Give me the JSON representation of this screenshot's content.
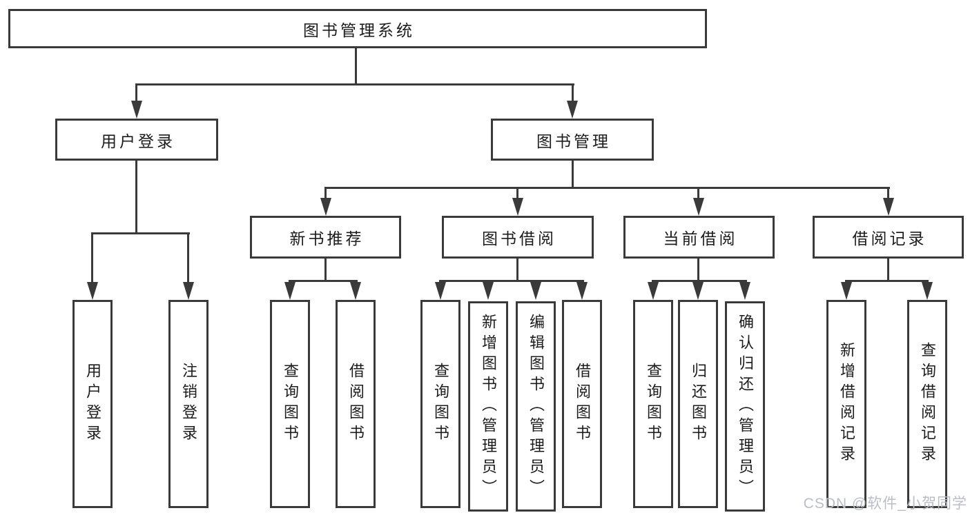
{
  "nodes": {
    "root": "图书管理系统",
    "user_login": "用户登录",
    "book_mgmt": "图书管理",
    "new_book_rec": "新书推荐",
    "book_borrow": "图书借阅",
    "current_borrow": "当前借阅",
    "borrow_records": "借阅记录",
    "leaf_user_login": "用户登录",
    "leaf_logout": "注销登录",
    "leaf_nbr_query": "查询图书",
    "leaf_nbr_borrow": "借阅图书",
    "leaf_bb_query": "查询图书",
    "leaf_bb_add": "新增图书（管理员）",
    "leaf_bb_edit": "编辑图书（管理员）",
    "leaf_bb_borrow": "借阅图书",
    "leaf_cb_query": "查询图书",
    "leaf_cb_return": "归还图书",
    "leaf_cb_confirm": "确认归还（管理员）",
    "leaf_br_add": "新增借阅记录",
    "leaf_br_query": "查询借阅记录"
  },
  "watermark": "CSDN @软件_小贺同学",
  "colors": {
    "line": "#3a3a3a",
    "text": "#1c1c1c",
    "watermark": "#b9bec6",
    "background": "#ffffff"
  }
}
